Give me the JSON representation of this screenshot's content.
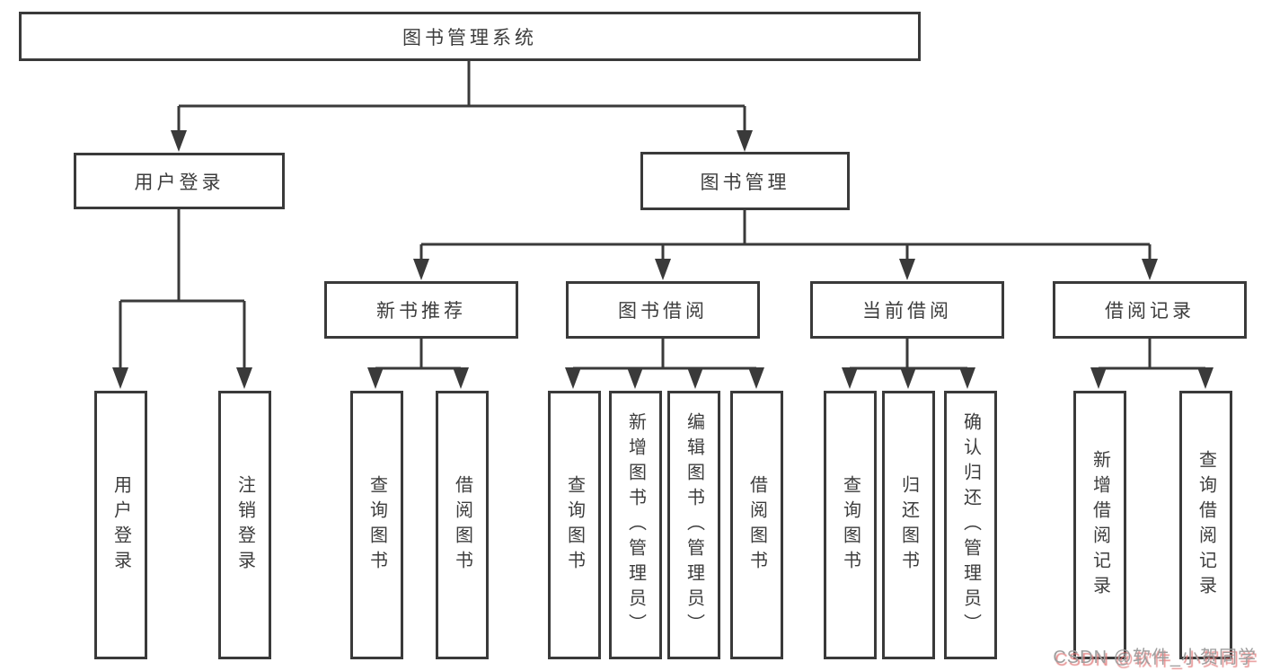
{
  "colors": {
    "line": "#3a3a3a",
    "box_border": "#3a3a3a",
    "text": "#3d3d3d",
    "background": "#ffffff",
    "watermark_text": "#9e9e9e",
    "watermark_shadow": "#e17878"
  },
  "diagram": {
    "type": "hierarchy-tree",
    "root": {
      "label": "图书管理系统",
      "children": [
        {
          "label": "用户登录",
          "children": [
            {
              "label": "用户登录"
            },
            {
              "label": "注销登录"
            }
          ]
        },
        {
          "label": "图书管理",
          "children": [
            {
              "label": "新书推荐",
              "children": [
                {
                  "label": "查询图书"
                },
                {
                  "label": "借阅图书"
                }
              ]
            },
            {
              "label": "图书借阅",
              "children": [
                {
                  "label": "查询图书"
                },
                {
                  "label": "新增图书（管理员）"
                },
                {
                  "label": "编辑图书（管理员）"
                },
                {
                  "label": "借阅图书"
                }
              ]
            },
            {
              "label": "当前借阅",
              "children": [
                {
                  "label": "查询图书"
                },
                {
                  "label": "归还图书"
                },
                {
                  "label": "确认归还（管理员）"
                }
              ]
            },
            {
              "label": "借阅记录",
              "children": [
                {
                  "label": "新增借阅记录"
                },
                {
                  "label": "查询借阅记录"
                }
              ]
            }
          ]
        }
      ]
    }
  },
  "watermark": {
    "text": "CSDN @软件_小贺同学"
  }
}
